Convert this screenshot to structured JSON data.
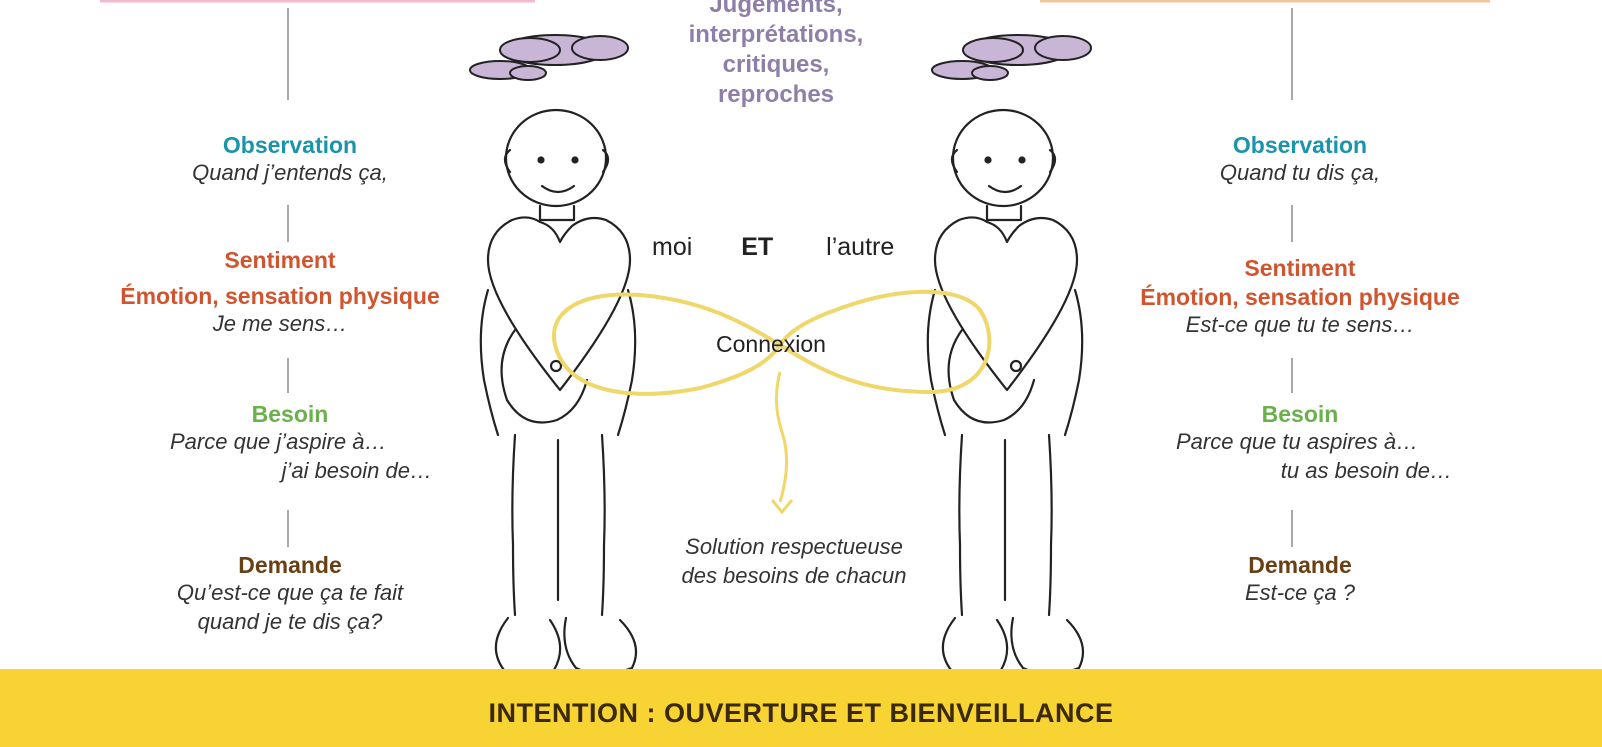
{
  "judgements": [
    "Jugements,",
    "interprétations,",
    "critiques,",
    "reproches"
  ],
  "center": {
    "moi": "moi",
    "et": "ET",
    "autre": "l’autre",
    "connexion": "Connexion",
    "solution": [
      "Solution respectueuse",
      "des besoins de chacun"
    ]
  },
  "left": {
    "observation_title": "Observation",
    "observation_text": "Quand j’entends ça,",
    "sentiment_title": "Sentiment",
    "sentiment_sub": "Émotion, sensation physique",
    "sentiment_text": "Je me sens…",
    "besoin_title": "Besoin",
    "besoin_text1": "Parce que j’aspire à…",
    "besoin_text2": "j’ai besoin de…",
    "demande_title": "Demande",
    "demande_text1": "Qu’est-ce que ça te fait",
    "demande_text2": "quand je te dis ça?"
  },
  "right": {
    "observation_title": "Observation",
    "observation_text": "Quand tu dis ça,",
    "sentiment_title": "Sentiment",
    "sentiment_sub": "Émotion, sensation physique",
    "sentiment_text": "Est-ce que tu te sens…",
    "besoin_title": "Besoin",
    "besoin_text1": "Parce que tu aspires à…",
    "besoin_text2": "tu as besoin de…",
    "demande_title": "Demande",
    "demande_text1": "Est-ce ça ?"
  },
  "banner": "INTENTION : OUVERTURE ET BIENVEILLANCE",
  "colors": {
    "observation": "#1b94ab",
    "sentiment": "#d0552f",
    "besoin": "#6ab04c",
    "demande": "#6a3f14",
    "judgements": "#8f7fa8",
    "cloud": "#c9b6d6",
    "banner": "#f7d334",
    "connection_loop": "#f0d76a"
  }
}
